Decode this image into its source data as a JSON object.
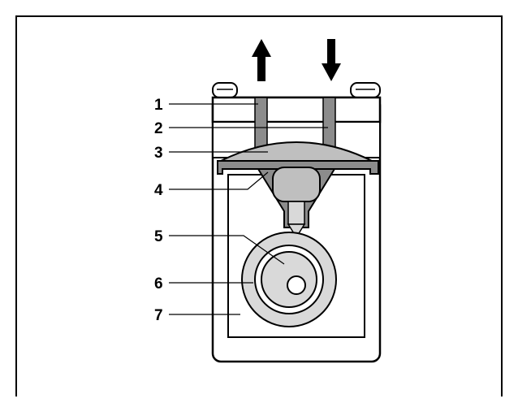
{
  "diagram": {
    "labels": [
      {
        "number": "1"
      },
      {
        "number": "2"
      },
      {
        "number": "3"
      },
      {
        "number": "4"
      },
      {
        "number": "5"
      },
      {
        "number": "6"
      },
      {
        "number": "7"
      }
    ],
    "arrows": [
      {
        "direction": "up",
        "icon": "arrow-up-icon"
      },
      {
        "direction": "down",
        "icon": "arrow-down-icon"
      }
    ],
    "colors": {
      "outline": "#000000",
      "light_gray": "#d9d9d9",
      "mid_gray": "#bfbfbf",
      "dark_gray": "#8c8c8c",
      "background": "#ffffff"
    }
  }
}
